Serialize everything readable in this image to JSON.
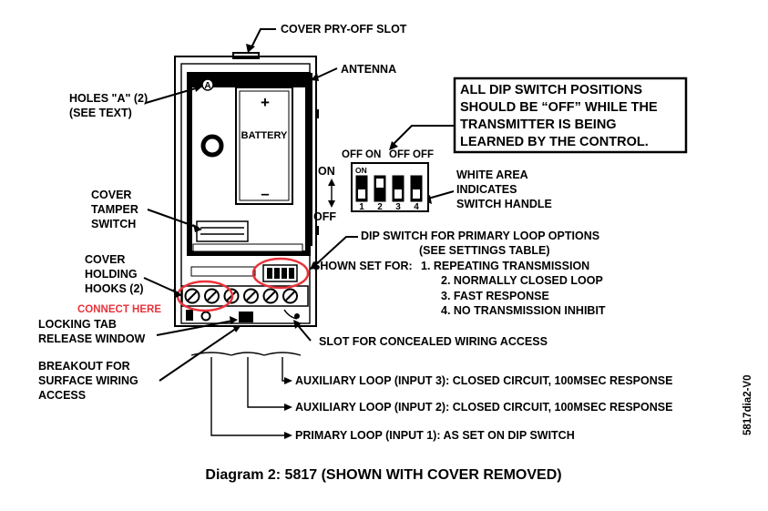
{
  "labels": {
    "cover_pry_off_slot": "COVER PRY-OFF SLOT",
    "antenna": "ANTENNA",
    "holes_a_1": "HOLES \"A\" (2)",
    "holes_a_2": "(SEE TEXT)",
    "hole_a_marker": "A",
    "battery": "BATTERY",
    "battery_plus": "+",
    "battery_minus": "–",
    "cover_tamper_1": "COVER",
    "cover_tamper_2": "TAMPER",
    "cover_tamper_3": "SWITCH",
    "cover_holding_1": "COVER",
    "cover_holding_2": "HOLDING",
    "cover_holding_3": "HOOKS (2)",
    "connect_here": "CONNECT HERE",
    "locking_tab_1": "LOCKING TAB",
    "locking_tab_2": "RELEASE WINDOW",
    "breakout_1": "BREAKOUT FOR",
    "breakout_2": "SURFACE WIRING",
    "breakout_3": "ACCESS",
    "slot_concealed": "SLOT FOR CONCEALED WIRING ACCESS",
    "aux_loop_3": "AUXILIARY LOOP (INPUT 3): CLOSED CIRCUIT, 100MSEC RESPONSE",
    "aux_loop_2": "AUXILIARY LOOP (INPUT 2): CLOSED CIRCUIT, 100MSEC RESPONSE",
    "primary_loop": "PRIMARY LOOP (INPUT 1): AS SET ON DIP SWITCH",
    "dip_primary_1": "DIP SWITCH FOR PRIMARY LOOP OPTIONS",
    "dip_primary_2": "(SEE SETTINGS TABLE)",
    "shown_set_for": "SHOWN SET FOR:",
    "opt_1": "1. REPEATING TRANSMISSION",
    "opt_2": "2. NORMALLY CLOSED LOOP",
    "opt_3": "3. FAST RESPONSE",
    "opt_4": "4. NO TRANSMISSION INHIBIT",
    "on": "ON",
    "off": "OFF",
    "dip_on_small": "ON",
    "dip_numbers": [
      "1",
      "2",
      "3",
      "4"
    ],
    "dip_states": [
      "OFF",
      "ON",
      "OFF",
      "OFF"
    ],
    "white_area_1": "WHITE AREA",
    "white_area_2": "INDICATES",
    "white_area_3": "SWITCH HANDLE",
    "warning": [
      "ALL DIP SWITCH POSITIONS",
      "SHOULD BE “OFF” WHILE THE",
      "TRANSMITTER IS BEING",
      "LEARNED BY THE CONTROL."
    ],
    "side_code": "5817dia2-V0",
    "caption": "Diagram 2: 5817 (SHOWN WITH COVER REMOVED)"
  },
  "colors": {
    "annotation_red": "#e8333a",
    "line": "#000000"
  }
}
